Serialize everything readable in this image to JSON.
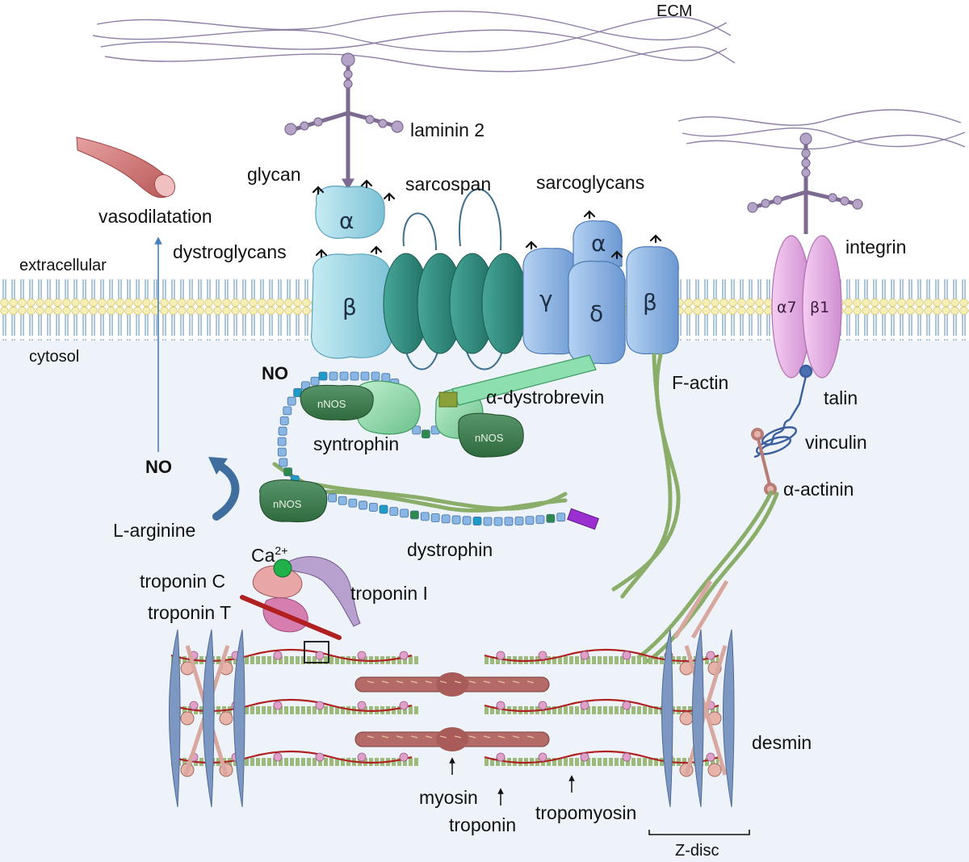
{
  "labels": {
    "ecm": "ECM",
    "laminin": "laminin 2",
    "glycan": "glycan",
    "sarcospan": "sarcospan",
    "sarcoglycans": "sarcoglycans",
    "vasodilatation": "vasodilatation",
    "dystroglycans": "dystroglycans",
    "extracellular": "extracellular",
    "cytosol": "cytosol",
    "integrin": "integrin",
    "no_top": "NO",
    "no_left": "NO",
    "f_actin": "F-actin",
    "talin": "talin",
    "alpha_dystrobrevin": "α-dystrobrevin",
    "syntrophin": "syntrophin",
    "vinculin": "vinculin",
    "alpha_actinin": "α-actinin",
    "l_arginine": "L-arginine",
    "dystrophin": "dystrophin",
    "ca": "Ca",
    "ca_sup": "2+",
    "troponin_c": "troponin C",
    "troponin_t": "troponin T",
    "troponin_i": "troponin I",
    "desmin": "desmin",
    "myosin": "myosin",
    "troponin": "troponin",
    "tropomyosin": "tropomyosin",
    "z_disc": "Z-disc"
  },
  "greek": {
    "dg_alpha": "α",
    "dg_beta": "β",
    "sg_gamma": "γ",
    "sg_alpha": "α",
    "sg_delta": "δ",
    "sg_beta": "β",
    "int_a7": "α7",
    "int_b1": "β1"
  },
  "nnos": [
    "nNOS",
    "nNOS",
    "nNOS"
  ],
  "colors": {
    "membrane_head": "#f4eeb0",
    "membrane_tail": "#9ab8d6",
    "cytosol_bg": "#eef3f9",
    "dystroglycan": "#a6dce8",
    "sarcospan": "#2e8b7f",
    "sarcoglycan": "#8fb7e6",
    "integrin": "#e7aee6",
    "laminin": "#b6a4c8",
    "nnos": "#3e7a4c",
    "syntrophin": "#8fd8a8",
    "actin": "#9cbb7a",
    "myosin": "#b46b68",
    "z_disc": "#6f8fb8",
    "arrow_blue": "#4a7fc0"
  }
}
